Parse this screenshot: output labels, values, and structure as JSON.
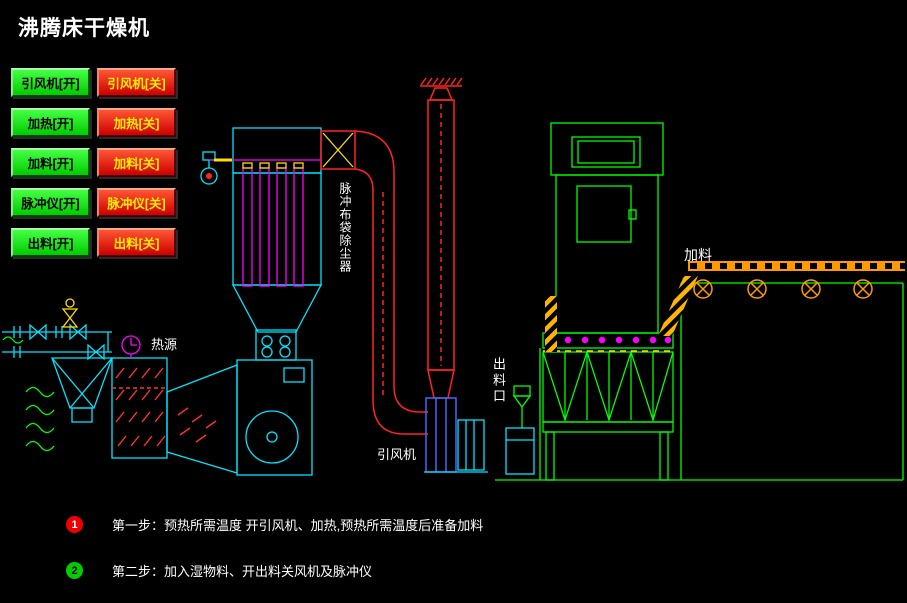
{
  "title": "沸腾床干燥机",
  "colors": {
    "background": "#000000",
    "on_button": "#00cc00",
    "off_button": "#cc0000",
    "off_button_text": "#ffee00",
    "line_cyan": "#00e5ff",
    "line_green": "#00ff00",
    "line_red": "#ff2222",
    "line_magenta": "#ff00ff",
    "conveyor_orange": "#ff9900"
  },
  "buttons": {
    "on": [
      {
        "label": "引风机[开]"
      },
      {
        "label": "加热[开]"
      },
      {
        "label": "加料[开]"
      },
      {
        "label": "脉冲仪[开]"
      },
      {
        "label": "出料[开]"
      }
    ],
    "off": [
      {
        "label": "引风机[关]"
      },
      {
        "label": "加热[关]"
      },
      {
        "label": "加料[关]"
      },
      {
        "label": "脉冲仪[关]"
      },
      {
        "label": "出料[关]"
      }
    ]
  },
  "diagram_labels": {
    "dust_collector": "脉冲布袋除尘器",
    "heat_source": "热源",
    "induced_draft_fan": "引风机",
    "discharge_port": "出料口",
    "feed": "加料"
  },
  "steps": [
    {
      "num": "1",
      "text": "第一步：预热所需温度  开引风机、加热,预热所需温度后准备加料"
    },
    {
      "num": "2",
      "text": "第二步：加入湿物料、开出料关风机及脉冲仪"
    }
  ]
}
